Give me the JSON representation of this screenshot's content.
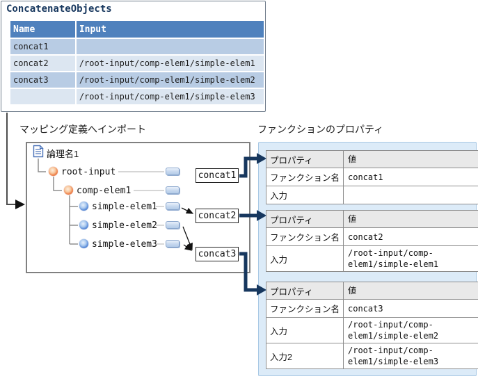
{
  "source_table": {
    "title": "ConcatenateObjects",
    "columns": [
      "Name",
      "Input"
    ],
    "rows": [
      [
        "concat1",
        ""
      ],
      [
        "concat2",
        "/root-input/comp-elem1/simple-elem1"
      ],
      [
        "concat3",
        "/root-input/comp-elem1/simple-elem2"
      ],
      [
        "",
        "/root-input/comp-elem1/simple-elem3"
      ]
    ]
  },
  "labels": {
    "mapping": "マッピング定義へインポート",
    "properties": "ファンクションのプロパティ"
  },
  "tree": {
    "root_label": "論理名1",
    "nodes": [
      {
        "label": "root-input",
        "type": "complex"
      },
      {
        "label": "comp-elem1",
        "type": "complex"
      },
      {
        "label": "simple-elem1",
        "type": "simple"
      },
      {
        "label": "simple-elem2",
        "type": "simple"
      },
      {
        "label": "simple-elem3",
        "type": "simple"
      }
    ]
  },
  "functions": [
    {
      "name": "concat1"
    },
    {
      "name": "concat2"
    },
    {
      "name": "concat3"
    }
  ],
  "property_tables": [
    {
      "headers": [
        "プロパティ",
        "値"
      ],
      "rows": [
        {
          "key": "ファンクション名",
          "value": "concat1"
        },
        {
          "key": "入力",
          "value": ""
        }
      ]
    },
    {
      "headers": [
        "プロパティ",
        "値"
      ],
      "rows": [
        {
          "key": "ファンクション名",
          "value": "concat2"
        },
        {
          "key": "入力",
          "value": "/root-input/comp-elem1/simple-elem1"
        }
      ]
    },
    {
      "headers": [
        "プロパティ",
        "値"
      ],
      "rows": [
        {
          "key": "ファンクション名",
          "value": "concat3"
        },
        {
          "key": "入力",
          "value": "/root-input/comp-elem1/simple-elem2"
        },
        {
          "key": "入力2",
          "value": "/root-input/comp-elem1/simple-elem3"
        }
      ]
    }
  ],
  "icons": {
    "tree_root": "document-icon",
    "complex_node": "orange-gradient-circle-icon",
    "simple_node": "blue-gradient-circle-icon",
    "port": "blue-chip-port-icon"
  },
  "colors": {
    "table_header_blue": "#4f81bd",
    "row_dark_blue": "#b8cce4",
    "row_light_blue": "#dce6f1",
    "title_navy": "#17375e",
    "connector_navy": "#17375e",
    "panel_background": "#dcebf8",
    "panel_border": "#a8c8e4",
    "props_header_gray": "#e9e9e9",
    "box_border_gray": "#808080"
  }
}
